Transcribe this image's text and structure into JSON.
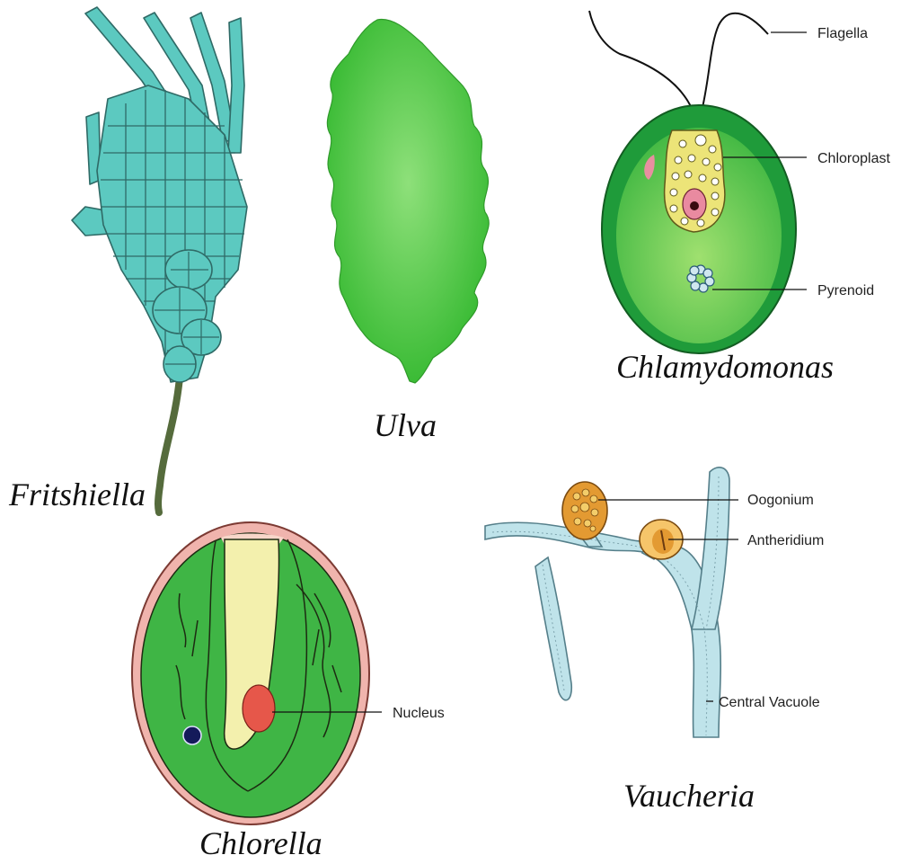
{
  "organisms": {
    "fritshiella": {
      "name": "Fritshiella"
    },
    "ulva": {
      "name": "Ulva"
    },
    "chlamydomonas": {
      "name": "Chlamydomonas",
      "labels": {
        "flagella": "Flagella",
        "chloroplast": "Chloroplast",
        "pyrenoid": "Pyrenoid"
      }
    },
    "chlorella": {
      "name": "Chlorella",
      "labels": {
        "nucleus": "Nucleus"
      }
    },
    "vaucheria": {
      "name": "Vaucheria",
      "labels": {
        "oogonium": "Oogonium",
        "antheridium": "Antheridium",
        "central_vacuole": "Central Vacuole"
      }
    }
  },
  "colors": {
    "fritshiella_fill": "#5cc9c0",
    "ulva_green": "#3fc43a",
    "cell_green": "#3fb545",
    "chloroplast_yellow": "#e9e08a",
    "chlorella_wall": "#e7b3ae",
    "vaucheria_filament": "#bfe3ea",
    "oogonium_orange": "#e39a32",
    "nucleus_red": "#e5574a"
  }
}
